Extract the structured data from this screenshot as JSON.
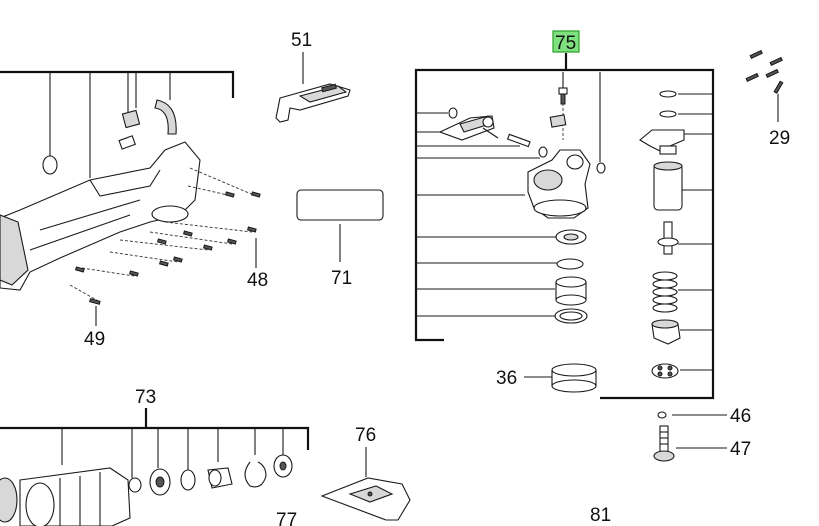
{
  "diagram": {
    "highlight_color": "#7ee07e",
    "labels": {
      "l51": "51",
      "l75": "75",
      "l29": "29",
      "l48": "48",
      "l71": "71",
      "l49": "49",
      "l36": "36",
      "l46": "46",
      "l47": "47",
      "l73": "73",
      "l76": "76",
      "l77": "77",
      "l81": "81"
    }
  }
}
